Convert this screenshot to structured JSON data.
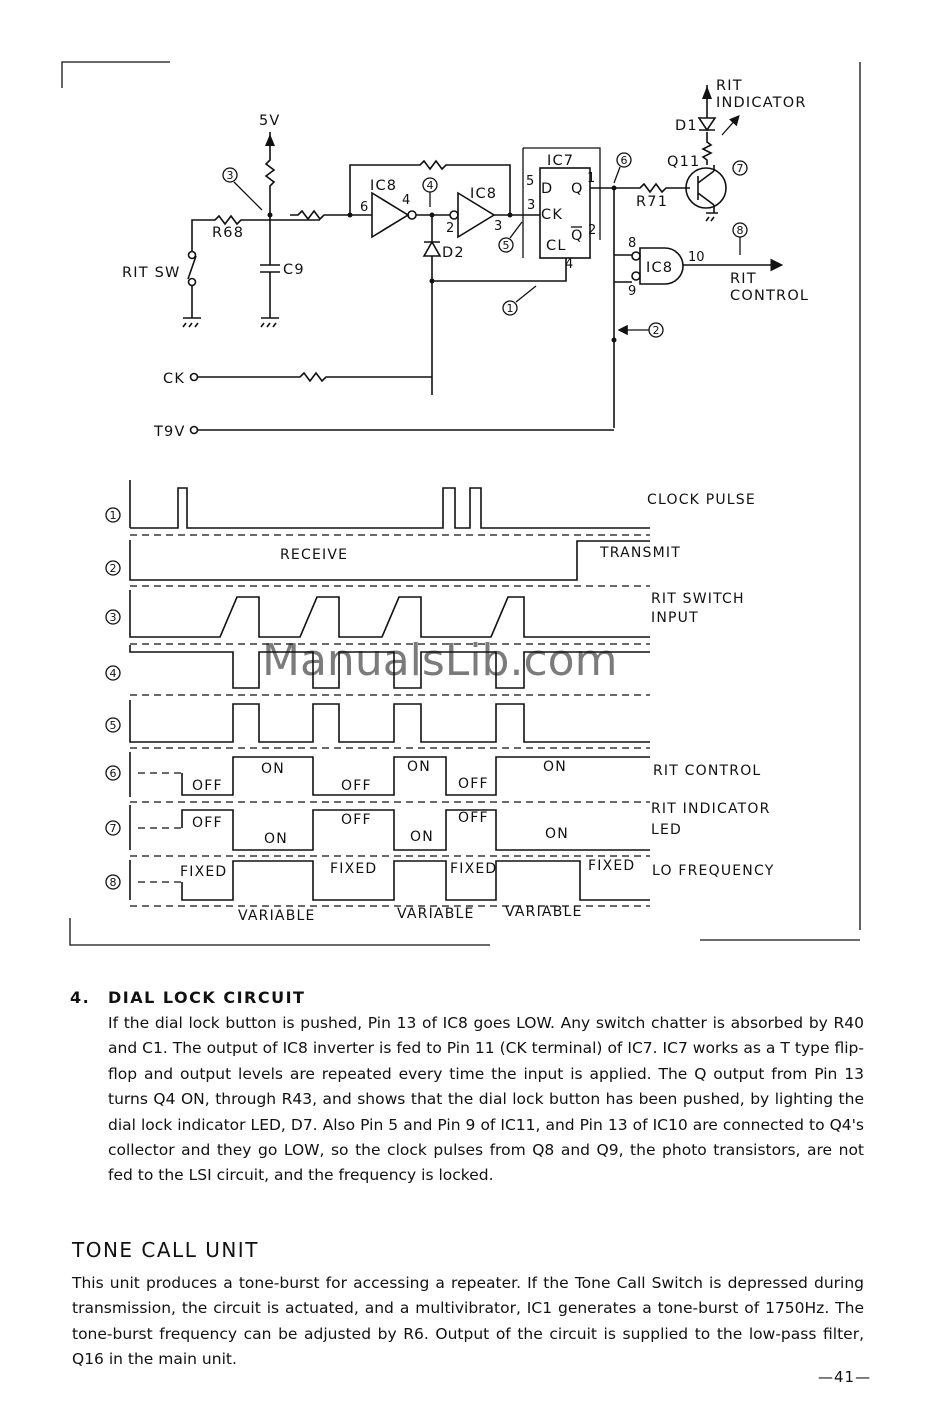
{
  "watermark": "ManualsLib.com",
  "schematic": {
    "labels": {
      "v5": "5V",
      "rit_sw": "RIT SW",
      "r68": "R68",
      "c9": "C9",
      "ic8_a": "IC8",
      "ic8_b": "IC8",
      "ic8_c": "IC8",
      "ic7": "IC7",
      "d2": "D2",
      "d1": "D1",
      "q11": "Q11",
      "r71": "R71",
      "rit_indicator_l1": "RIT",
      "rit_indicator_l2": "INDICATOR",
      "rit_control_l1": "RIT",
      "rit_control_l2": "CONTROL",
      "ck": "CK",
      "t9v": "T9V",
      "ic7_d": "D",
      "ic7_ck": "CK",
      "ic7_cl": "CL",
      "ic7_q": "Q",
      "ic7_qbar": "Q"
    },
    "pins": {
      "p6": "6",
      "p4": "4",
      "p2": "2",
      "p3": "3",
      "p5": "5",
      "p1": "1",
      "p2b": "2",
      "p4b": "4",
      "p8": "8",
      "p9": "9",
      "p10": "10"
    },
    "markers": [
      "1",
      "2",
      "3",
      "4",
      "5",
      "6",
      "7",
      "8"
    ]
  },
  "waveforms": {
    "markers": [
      "1",
      "2",
      "3",
      "4",
      "5",
      "6",
      "7",
      "8"
    ],
    "right_labels": {
      "clock_pulse": "CLOCK PULSE",
      "transmit": "TRANSMIT",
      "rit_switch_l1": "RIT SWITCH",
      "rit_switch_l2": "INPUT",
      "rit_control": "RIT CONTROL",
      "rit_indicator_l1": "RIT INDICATOR",
      "rit_indicator_l2": "LED",
      "lo_frequency": "LO FREQUENCY"
    },
    "receive": "RECEIVE",
    "w6_states": [
      "OFF",
      "ON",
      "OFF",
      "ON",
      "OFF",
      "ON"
    ],
    "w7_states": [
      "OFF",
      "ON",
      "OFF",
      "ON",
      "OFF",
      "ON"
    ],
    "w8_states": [
      "FIXED",
      "VARIABLE",
      "FIXED",
      "VARIABLE",
      "FIXED",
      "VARIABLE",
      "FIXED"
    ]
  },
  "section4": {
    "number": "4.",
    "title": "DIAL LOCK CIRCUIT",
    "body": "If the dial lock button is pushed, Pin 13 of IC8 goes LOW. Any switch chatter is absorbed by R40 and C1. The output of IC8 inverter is fed to Pin 11 (CK terminal) of IC7. IC7 works as a T type flip-flop and output levels are repeated every time the input is applied. The Q output from Pin 13 turns Q4 ON, through R43, and shows that the dial lock button has been pushed, by lighting the dial lock indicator LED, D7. Also Pin 5 and Pin 9 of IC11, and Pin 13 of IC10 are connected to Q4's collector and they go LOW, so the clock pulses from Q8 and Q9, the photo transistors, are not fed to the LSI circuit, and the frequency is locked."
  },
  "tone_call": {
    "title": "TONE CALL UNIT",
    "body": "This unit produces a tone-burst for accessing a repeater. If the Tone Call Switch is depressed during transmission, the circuit is actuated, and a multivibrator, IC1 generates a tone-burst of 1750Hz. The tone-burst frequency can be adjusted by R6. Output of the circuit is supplied to the low-pass filter, Q16 in the main unit."
  },
  "page_number": "—41—"
}
